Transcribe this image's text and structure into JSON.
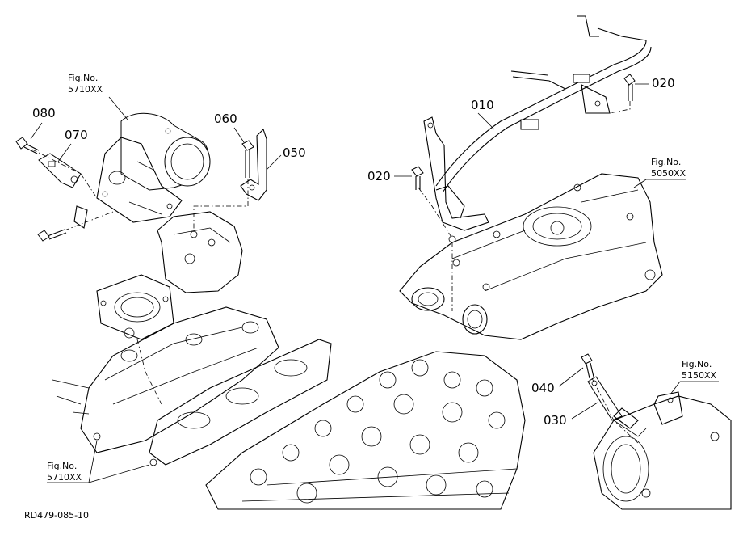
{
  "parts": [
    {
      "key": "p080",
      "number": "080"
    },
    {
      "key": "p070",
      "number": "070"
    },
    {
      "key": "p060",
      "number": "060"
    },
    {
      "key": "p050",
      "number": "050"
    },
    {
      "key": "p010",
      "number": "010"
    },
    {
      "key": "p020a",
      "number": "020"
    },
    {
      "key": "p020b",
      "number": "020"
    },
    {
      "key": "p040",
      "number": "040"
    },
    {
      "key": "p030",
      "number": "030"
    }
  ],
  "figure_refs": [
    {
      "key": "fig_top",
      "label": "Fig.No.",
      "code": "5710XX"
    },
    {
      "key": "fig_bottom",
      "label": "Fig.No.",
      "code": "5710XX"
    },
    {
      "key": "fig_right",
      "label": "Fig.No.",
      "code": "5050XX"
    },
    {
      "key": "fig_lower_right",
      "label": "Fig.No.",
      "code": "5150XX"
    }
  ],
  "drawing_id": "RD479-085-10"
}
